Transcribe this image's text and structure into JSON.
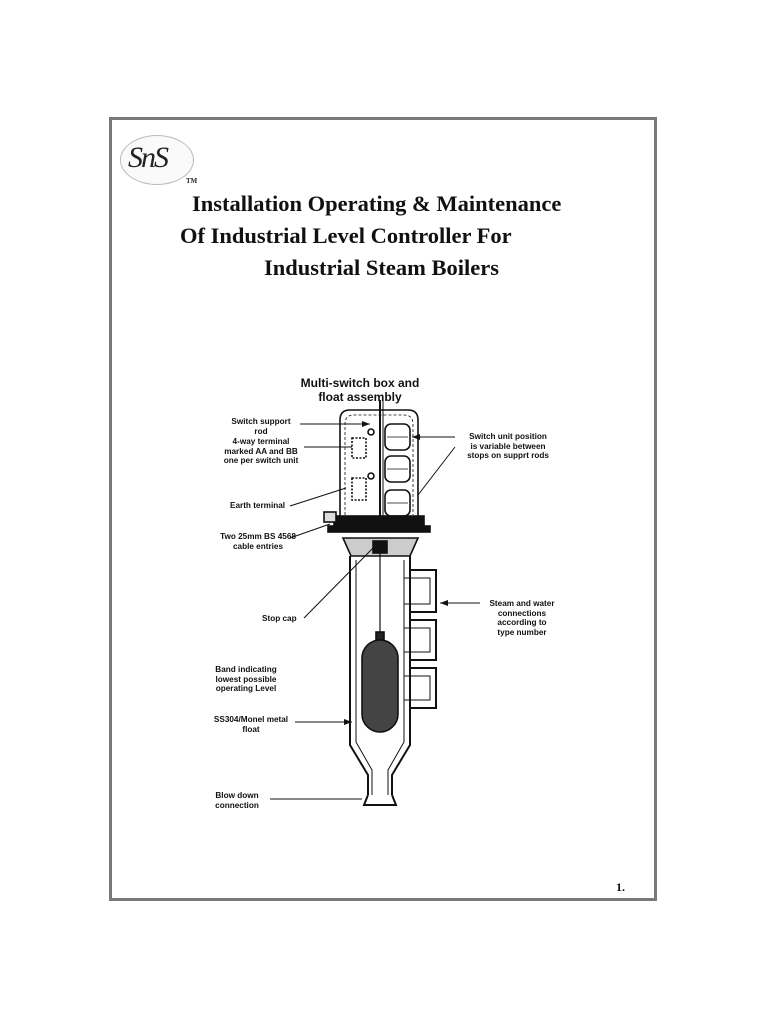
{
  "logo": {
    "text": "SnS",
    "tm": "TM"
  },
  "title": {
    "line1": "Installation Operating & Maintenance",
    "line2": "Of Industrial Level Controller For",
    "line3": "Industrial Steam Boilers"
  },
  "figure": {
    "title_line1": "Multi-switch box and",
    "title_line2": "float assembly",
    "labels": {
      "switch_support_rod_1": "Switch  support",
      "switch_support_rod_2": "rod",
      "terminal_1": "4-way terminal",
      "terminal_2": "marked AA and BB",
      "terminal_3": "one per switch unit",
      "switch_position_1": "Switch unit position",
      "switch_position_2": "is variable between",
      "switch_position_3": "stops on supprt rods",
      "earth_terminal": "Earth terminal",
      "cable_entries_1": "Two 25mm BS 4568",
      "cable_entries_2": "cable entries",
      "stop_cap": "Stop cap",
      "steam_water_1": "Steam and water",
      "steam_water_2": "connections",
      "steam_water_3": "according to",
      "steam_water_4": "type number",
      "band_1": "Band indicating",
      "band_2": "lowest possible",
      "band_3": "operating Level",
      "float_1": "SS304/Monel metal",
      "float_2": "float",
      "blow_down_1": "Blow down",
      "blow_down_2": "connection"
    }
  },
  "page_number": "1.",
  "colors": {
    "frame": "#7a7a7a",
    "ink": "#111111",
    "float": "#444444"
  }
}
